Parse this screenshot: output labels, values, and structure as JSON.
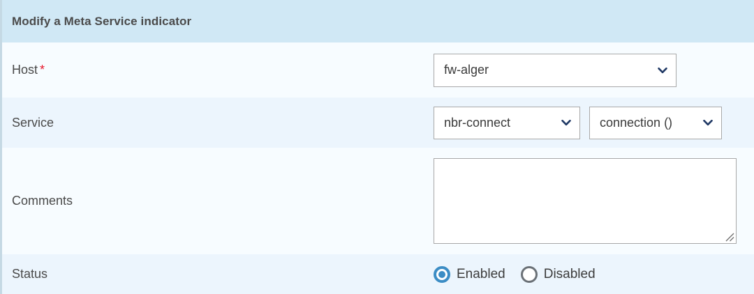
{
  "panel": {
    "title": "Modify a Meta Service indicator",
    "header_bg": "#d0e8f5",
    "row_light_bg": "#f7fcff",
    "row_dark_bg": "#ecf5fd",
    "accent_blue": "#3c8dc5",
    "required_color": "#e8192c"
  },
  "fields": {
    "host": {
      "label": "Host",
      "required_marker": "*",
      "select_value": "fw-alger",
      "chevron_icon": "chevron-down-icon"
    },
    "service": {
      "label": "Service",
      "service_select_value": "nbr-connect",
      "metric_select_value": "connection ()",
      "chevron_icon": "chevron-down-icon"
    },
    "comments": {
      "label": "Comments",
      "value": "",
      "placeholder": "",
      "resize_icon": "resize-grip-icon"
    },
    "status": {
      "label": "Status",
      "options": [
        {
          "label": "Enabled",
          "selected": true
        },
        {
          "label": "Disabled",
          "selected": false
        }
      ]
    }
  }
}
